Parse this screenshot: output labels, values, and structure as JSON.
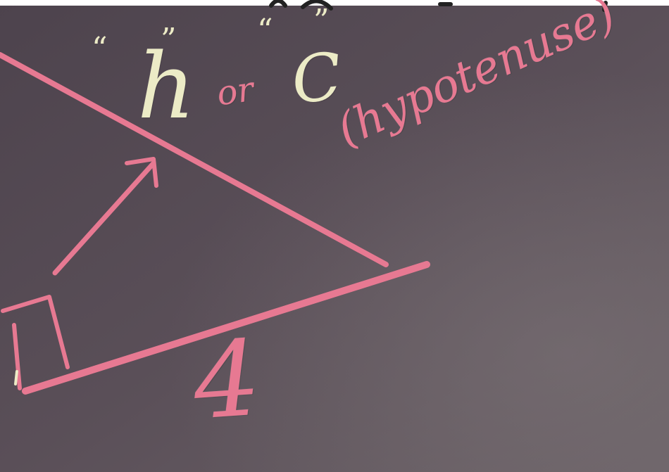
{
  "scene": "chalkboard",
  "colors": {
    "board": "#5a4f58",
    "chalk_pink": "#e77992",
    "chalk_yellow": "#ecebc6"
  },
  "labels": {
    "h": "h",
    "or": "or",
    "c": "C",
    "hypotenuse": "(hypotenuse)",
    "side": "4"
  },
  "quotes": {
    "open": "“",
    "close": "”"
  }
}
